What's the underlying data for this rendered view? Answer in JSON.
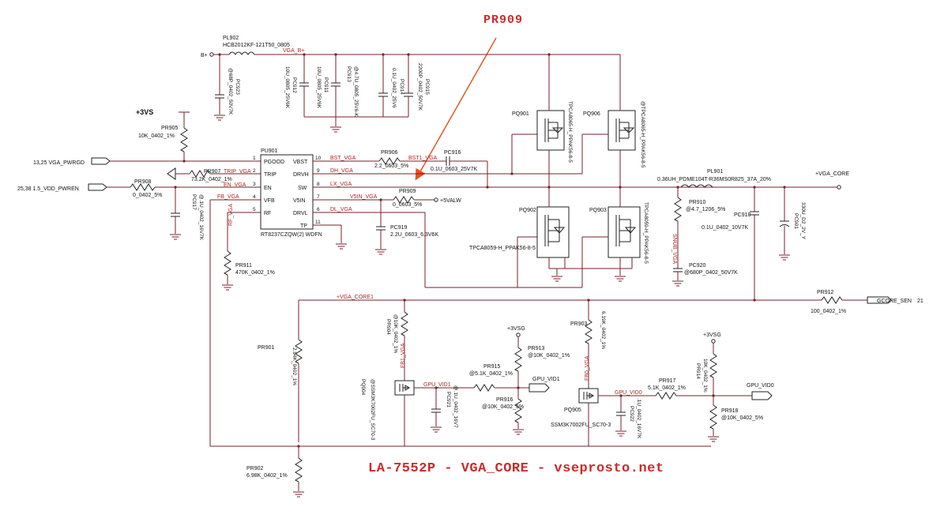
{
  "highlight_label": "PR909",
  "footer_title": "LA-7552P - VGA_CORE - vseprosto.net",
  "ic": {
    "ref": "PU901",
    "part": "RT8237CZQW(2) WDFN",
    "pins_left": [
      "PGOOD",
      "TRIP",
      "EN",
      "VFB",
      "RF"
    ],
    "pins_left_num": [
      "1",
      "2",
      "3",
      "4",
      "5"
    ],
    "pins_right": [
      "VBST",
      "DRVH",
      "SW",
      "V5IN",
      "DRVL",
      "TP"
    ],
    "pins_right_num": [
      "10",
      "9",
      "8",
      "7",
      "6",
      "11"
    ]
  },
  "ports": {
    "pwrgd": "13,25  VGA_PWRGD",
    "pwren": "25,38  1.5_VDD_PWREN",
    "vga_core": "+VGA_CORE",
    "gcore_sen": "GCORE_SEN",
    "gcore_num": "21",
    "gpu_vid1": "GPU_VID1",
    "gpu_vid0": "GPU_VID0",
    "bplus": "B+"
  },
  "rails": {
    "p3vs": "+3VS",
    "p5valw": "+5VALW",
    "p3vsg1": "+3VSG",
    "p3vsg2": "+3VSG",
    "vga_core1": "+VGA_CORE1"
  },
  "nets": {
    "vga_b": "VGA_B+",
    "bst_vga": "BST_VGA",
    "dh_vga": "DH_VGA",
    "lx_vga": "LX_VGA",
    "v5in_vga": "V5IN_VGA",
    "dl_vga": "DL_VGA",
    "trip_vga": "TRIP_VGA",
    "en_vga": "EN_VGA",
    "fb_vga": "FB_VGA",
    "rf_vga": "RF_VGA",
    "bst1_vga": "BST1_VGA",
    "fb1_vga": "FB1_VGA",
    "fb0_vga": "FB0_VGA",
    "gpu_vid1_net": "GPU_VID1",
    "gpu_vid0_net": "GPU_VID0",
    "snub_vga": "SNUB_VGA"
  },
  "components": {
    "pl902_ref": "PL902",
    "pl902_val": "HCB2012KF-121T50_0805",
    "pc923": "PC923",
    "pc923_val": "@68P_0402_50V7K",
    "pc912": "PC912",
    "pc912_val": "10U_0805_25V6K",
    "pc911": "PC911",
    "pc911_val": "10U_0805_25V6K",
    "pc913": "PC913",
    "pc913_val": "@4.7U_0805_25V6-K",
    "pc914": "PC914",
    "pc914_val": "0.1U_0402_25V6",
    "pc915": "PC915",
    "pc915_val": "2200P_0402_50V7K",
    "pr905": "PR905",
    "pr905_val": "10K_0402_1%",
    "pr907": "PR907",
    "pr907_val": "73.2K_0402_1%",
    "pr908": "PR908",
    "pr908_val": "0_0402_5%",
    "pc917": "PC917",
    "pc917_val": "@.1U_0402_16V7K",
    "pr911": "PR911",
    "pr911_val": "470K_0402_1%",
    "pr906": "PR906",
    "pr906_val": "2.2_0603_5%",
    "pc916": "PC916",
    "pc916_val": "0.1U_0603_25V7K",
    "pr909": "PR909",
    "pr909_val": "0_0603_5%",
    "pc919": "PC919",
    "pc919_val": "2.2U_0603_6.3V6K",
    "pq901": "PQ901",
    "pq901_val": "TPCA8065-H_PPAK56-8-5",
    "pq906": "PQ906",
    "pq906_val": "@TPCA8065-H_PPAK56-8-5",
    "pq902": "PQ902",
    "pq902_val": "TPCA8059-H_PPAK56-8-5",
    "pq903": "PQ903",
    "pq903_val": "TPCA8059-H_PPAK56-8-5",
    "pl901": "PL901",
    "pl901_val": "0.36UH_PDME104T-R36MS0R825_37A_20%",
    "pr910": "PR910",
    "pr910_val": "@4.7_1206_5%",
    "pc918": "PC918",
    "pc918_val": "0.1U_0402_10V7K",
    "pc901": "PC901",
    "pc901_val": "330U_D2_2V_Y",
    "pc920": "PC920",
    "pc920_val": "@680P_0402_50V7K",
    "pr912": "PR912",
    "pr912_val": "100_0402_1%",
    "pr901": "PR901",
    "pr901_val": "2.94K_0402_1%",
    "pr904": "PR904",
    "pr904_val": "@10K_0402_1%",
    "pq904": "PQ904",
    "pq904_val": "@SSM3K7002FU_SC70-3",
    "pc921": "PC921",
    "pc921_val": "@.1U_0402_16V7",
    "pr915": "PR915",
    "pr915_val": "@5.1K_0402_1%",
    "pr913": "PR913",
    "pr913_val": "@10K_0402_1%",
    "pr916": "PR916",
    "pr916_val": "@10K_0402_5%",
    "pr903": "PR903",
    "pr903_val": "6.19K_0402_1%",
    "pq905": "PQ905",
    "pq905_val": "SSM3K7002FU_SC70-3",
    "pc922": "PC922",
    "pc922_val": ".1U_0402_16V7K",
    "pr917": "PR917",
    "pr917_val": "5.1K_0402_1%",
    "pr914": "PR914",
    "pr914_val": "10K_0402_1%",
    "pr918": "PR918",
    "pr918_val": "@10K_0402_5%",
    "pr902": "PR902",
    "pr902_val": "6.98K_0402_1%"
  },
  "colors": {
    "wire": "#7a1f2b",
    "arrow": "#e8501a",
    "title": "#cc2a2a",
    "net": "#b22222"
  }
}
